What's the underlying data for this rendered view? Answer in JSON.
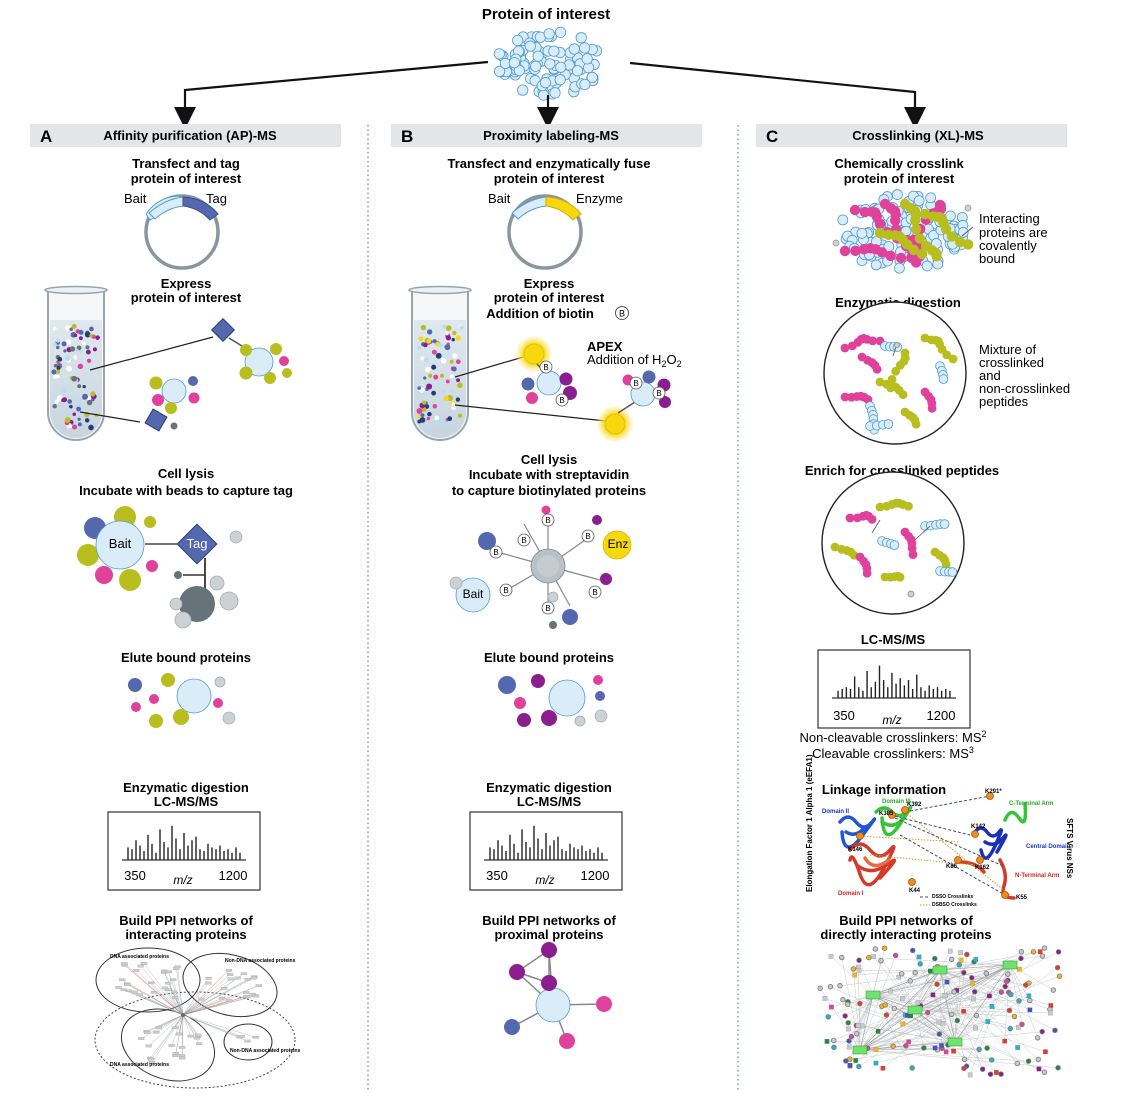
{
  "title": "Protein of interest",
  "panelA": {
    "letter": "A",
    "header": "Affinity purification (AP)-MS",
    "step1": [
      "Transfect and tag",
      "protein of interest"
    ],
    "plasmid": {
      "left": "Bait",
      "right": "Tag"
    },
    "step2": [
      "Express",
      "protein of interest"
    ],
    "step3": [
      "Cell lysis",
      "Incubate with beads to capture tag"
    ],
    "bait_label": "Bait",
    "tag_label": "Tag",
    "step4": "Elute bound proteins",
    "step5": [
      "Enzymatic digestion",
      "LC-MS/MS"
    ],
    "spectrum": {
      "xmin": "350",
      "xmax": "1200",
      "xlabel": "m/z",
      "peaks": [
        0.35,
        0.3,
        0.55,
        0.4,
        0.25,
        0.7,
        0.45,
        0.2,
        0.85,
        0.5,
        0.35,
        0.95,
        0.6,
        0.3,
        0.75,
        0.4,
        0.55,
        0.65,
        0.3,
        0.25,
        0.45,
        0.35,
        0.3,
        0.4,
        0.25,
        0.3,
        0.2,
        0.35,
        0.2
      ]
    },
    "step6": [
      "Build PPI networks of",
      "interacting proteins"
    ],
    "network_labels": [
      "DNA associated proteins",
      "Non-DNA associated proteins",
      "DNA associated proteins",
      "Non-DNA associated proteins"
    ]
  },
  "panelB": {
    "letter": "B",
    "header": "Proximity labeling-MS",
    "step1": [
      "Transfect and enzymatically fuse",
      "protein of interest"
    ],
    "plasmid": {
      "left": "Bait",
      "right": "Enzyme"
    },
    "step2": [
      "Express",
      "protein of interest",
      "Addition of biotin"
    ],
    "biotin_symbol": "B",
    "apex_title": "APEX",
    "apex_text": "Addition of H",
    "apex_sub1": "2",
    "apex_o": "O",
    "apex_sub2": "2",
    "step3": [
      "Cell lysis",
      "Incubate with streptavidin",
      "to capture biotinylated proteins"
    ],
    "enz_label": "Enz",
    "bait_label": "Bait",
    "step4": "Elute bound proteins",
    "step5": [
      "Enzymatic digestion",
      "LC-MS/MS"
    ],
    "spectrum": {
      "xmin": "350",
      "xmax": "1200",
      "xlabel": "m/z",
      "peaks": [
        0.35,
        0.3,
        0.55,
        0.4,
        0.25,
        0.7,
        0.45,
        0.2,
        0.85,
        0.5,
        0.35,
        0.95,
        0.6,
        0.3,
        0.75,
        0.4,
        0.55,
        0.65,
        0.3,
        0.25,
        0.45,
        0.35,
        0.3,
        0.4,
        0.25,
        0.3,
        0.2,
        0.35,
        0.2
      ]
    },
    "step6": [
      "Build PPI networks of",
      "proximal proteins"
    ]
  },
  "panelC": {
    "letter": "C",
    "header": "Crosslinking (XL)-MS",
    "step1": [
      "Chemically crosslink",
      "protein of interest"
    ],
    "interact_text": [
      "Interacting",
      "proteins are",
      "covalently",
      "bound"
    ],
    "step2": "Enzymatic digestion",
    "mixture_text": [
      "Mixture of",
      "crosslinked",
      "and",
      "non-crosslinked",
      "peptides"
    ],
    "step3": "Enrich for crosslinked peptides",
    "lcms_title": "LC-MS/MS",
    "spectrum": {
      "xmin": "350",
      "xmax": "1200",
      "xlabel": "m/z",
      "peaks": [
        0.2,
        0.25,
        0.3,
        0.25,
        0.6,
        0.3,
        0.2,
        0.75,
        0.3,
        0.45,
        0.9,
        0.5,
        0.3,
        0.7,
        0.4,
        0.55,
        0.35,
        0.5,
        0.25,
        0.65,
        0.3,
        0.2,
        0.35,
        0.25,
        0.3,
        0.2,
        0.25,
        0.2
      ]
    },
    "noncleavable": "Non-cleavable crosslinkers: MS",
    "noncleavable_sup": "2",
    "cleavable": "Cleavable crosslinkers: MS",
    "cleavable_sup": "3",
    "linkage_title": "Linkage information",
    "structure_labels": {
      "k291": "K291*",
      "domain3": "Domain III",
      "k392": "K392",
      "k385": "K385",
      "cterm": "C-Terminal Arm",
      "domain2": "Domain II",
      "k142": "K142",
      "central": "Central Domain",
      "k146": "K146",
      "k86": "K86",
      "k162": "K162",
      "nterm": "N-Terminal Arm",
      "domain1": "Domain I",
      "k44": "K44",
      "k55": "K55",
      "dsso": "DSSO Crosslinks",
      "dsbso": "DSBSO Crosslinks",
      "left_vertical": "Elongation Factor 1 Alpha 1 (eEFA1)",
      "right_vertical": "SFTS Virus NSs"
    },
    "step6": [
      "Build PPI networks of",
      "directly interacting proteins"
    ]
  },
  "colors": {
    "header_bg": "#e3e5e8",
    "protein_fill": "#d9ecf8",
    "protein_stroke": "#4d9cd1",
    "tag_blue": "#5468b0",
    "enzyme_yellow": "#f7d80e",
    "olive": "#b8be1e",
    "magenta": "#e0419a",
    "purple": "#8b1e8f",
    "gray_dark": "#66747a",
    "gray_light": "#ccd1d4"
  }
}
